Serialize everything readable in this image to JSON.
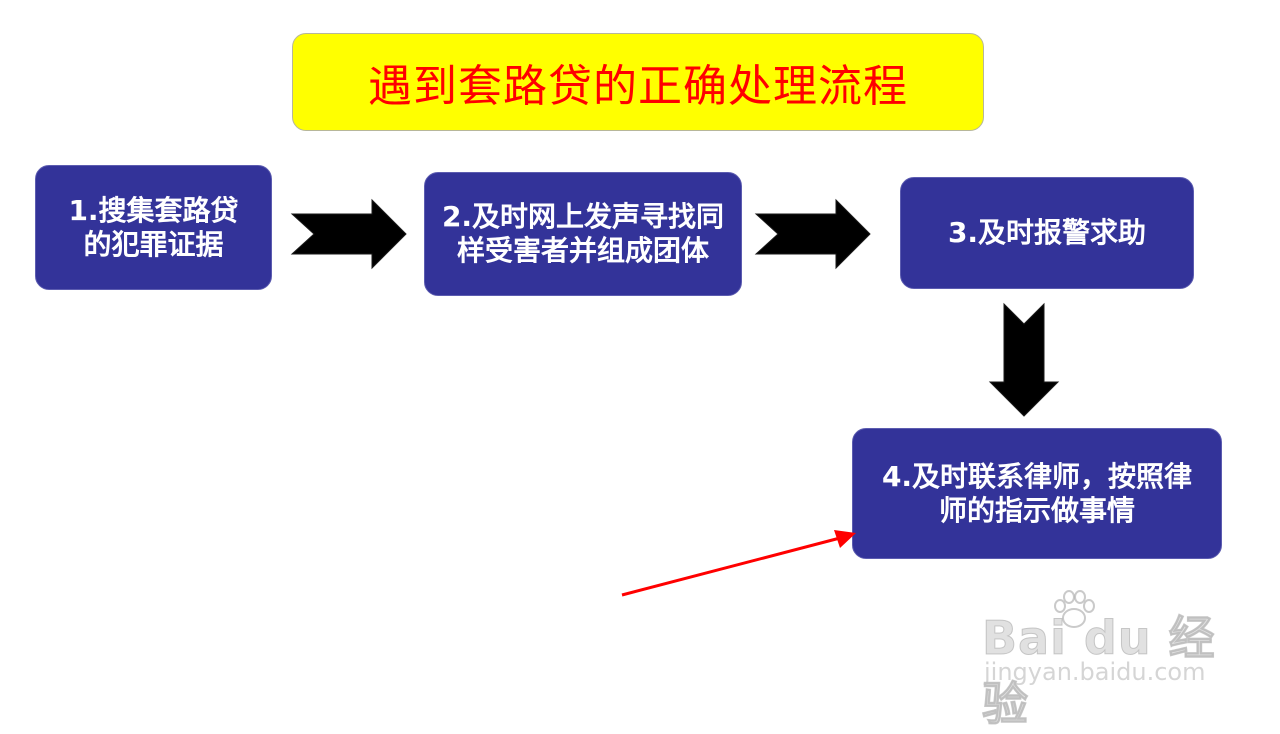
{
  "title": "遇到套路贷的正确处理流程",
  "steps": [
    {
      "label": "1.搜集套路贷的犯罪证据"
    },
    {
      "label": "2.及时网上发声寻找同样受害者并组成团体"
    },
    {
      "label": "3.及时报警求助"
    },
    {
      "label": "4.及时联系律师，按照律师的指示做事情"
    }
  ],
  "watermark": {
    "brand": "Bai du 经验",
    "url": "jingyan.baidu.com"
  },
  "colors": {
    "title_bg": "#ffff00",
    "title_text": "#ff0000",
    "step_bg": "#333399",
    "step_text": "#ffffff",
    "arrow": "#000000",
    "annotation_arrow": "#ff0000"
  }
}
